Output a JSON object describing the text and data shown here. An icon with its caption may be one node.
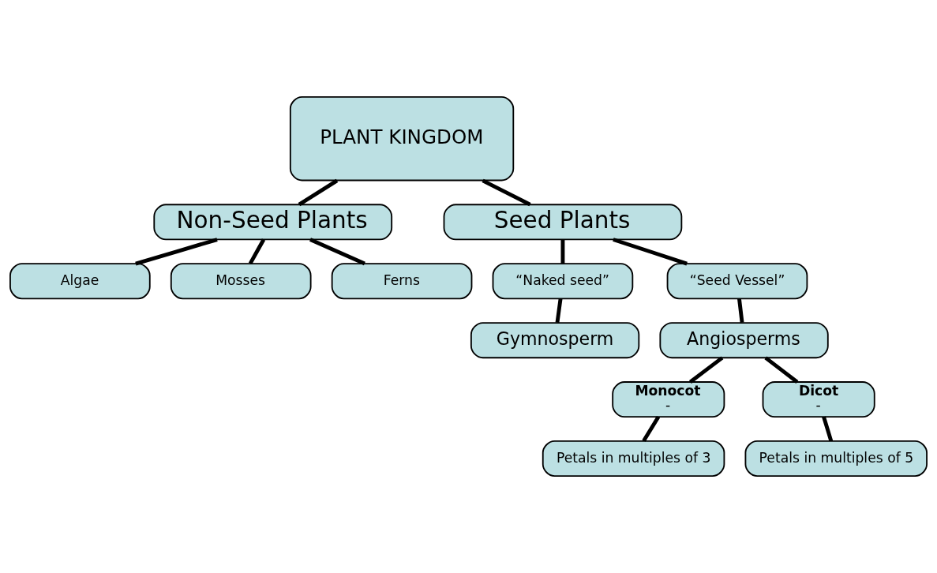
{
  "diagram": {
    "nodes": [
      {
        "text": [
          "PLANT KINGDOM"
        ]
      },
      {
        "text": [
          "Non-Seed Plants"
        ]
      },
      {
        "text": [
          "Seed Plants"
        ]
      },
      {
        "text": [
          "Algae"
        ]
      },
      {
        "text": [
          "Mosses"
        ]
      },
      {
        "text": [
          "Ferns"
        ]
      },
      {
        "text": [
          "“Naked seed”"
        ]
      },
      {
        "text": [
          "“Seed Vessel”"
        ]
      },
      {
        "text": [
          "Gymnosperm"
        ]
      },
      {
        "text": [
          "Angiosperms"
        ]
      },
      {
        "text": [
          "Monocot",
          "-"
        ]
      },
      {
        "text": [
          "Petals in multiples of 3"
        ]
      },
      {
        "text": [
          "Dicot",
          "-"
        ]
      },
      {
        "text": [
          "Petals in multiples of 5"
        ]
      }
    ],
    "edges": [
      {
        "from": 0,
        "to": 1,
        "arrow": "none"
      },
      {
        "from": 0,
        "to": 2,
        "arrow": "none"
      },
      {
        "from": 1,
        "to": 3,
        "arrow": "none"
      },
      {
        "from": 1,
        "to": 4,
        "arrow": "none"
      },
      {
        "from": 1,
        "to": 5,
        "arrow": "none"
      },
      {
        "from": 2,
        "to": 6,
        "arrow": "none"
      },
      {
        "from": 2,
        "to": 7,
        "arrow": "none"
      },
      {
        "from": 6,
        "to": 8,
        "arrow": "none"
      },
      {
        "from": 7,
        "to": 9,
        "arrow": "none"
      },
      {
        "from": 9,
        "to": 10,
        "arrow": "none"
      },
      {
        "from": 10,
        "to": 11,
        "arrow": "none"
      },
      {
        "from": 9,
        "to": 12,
        "arrow": "none"
      },
      {
        "from": 12,
        "to": 13,
        "arrow": "none"
      }
    ]
  }
}
